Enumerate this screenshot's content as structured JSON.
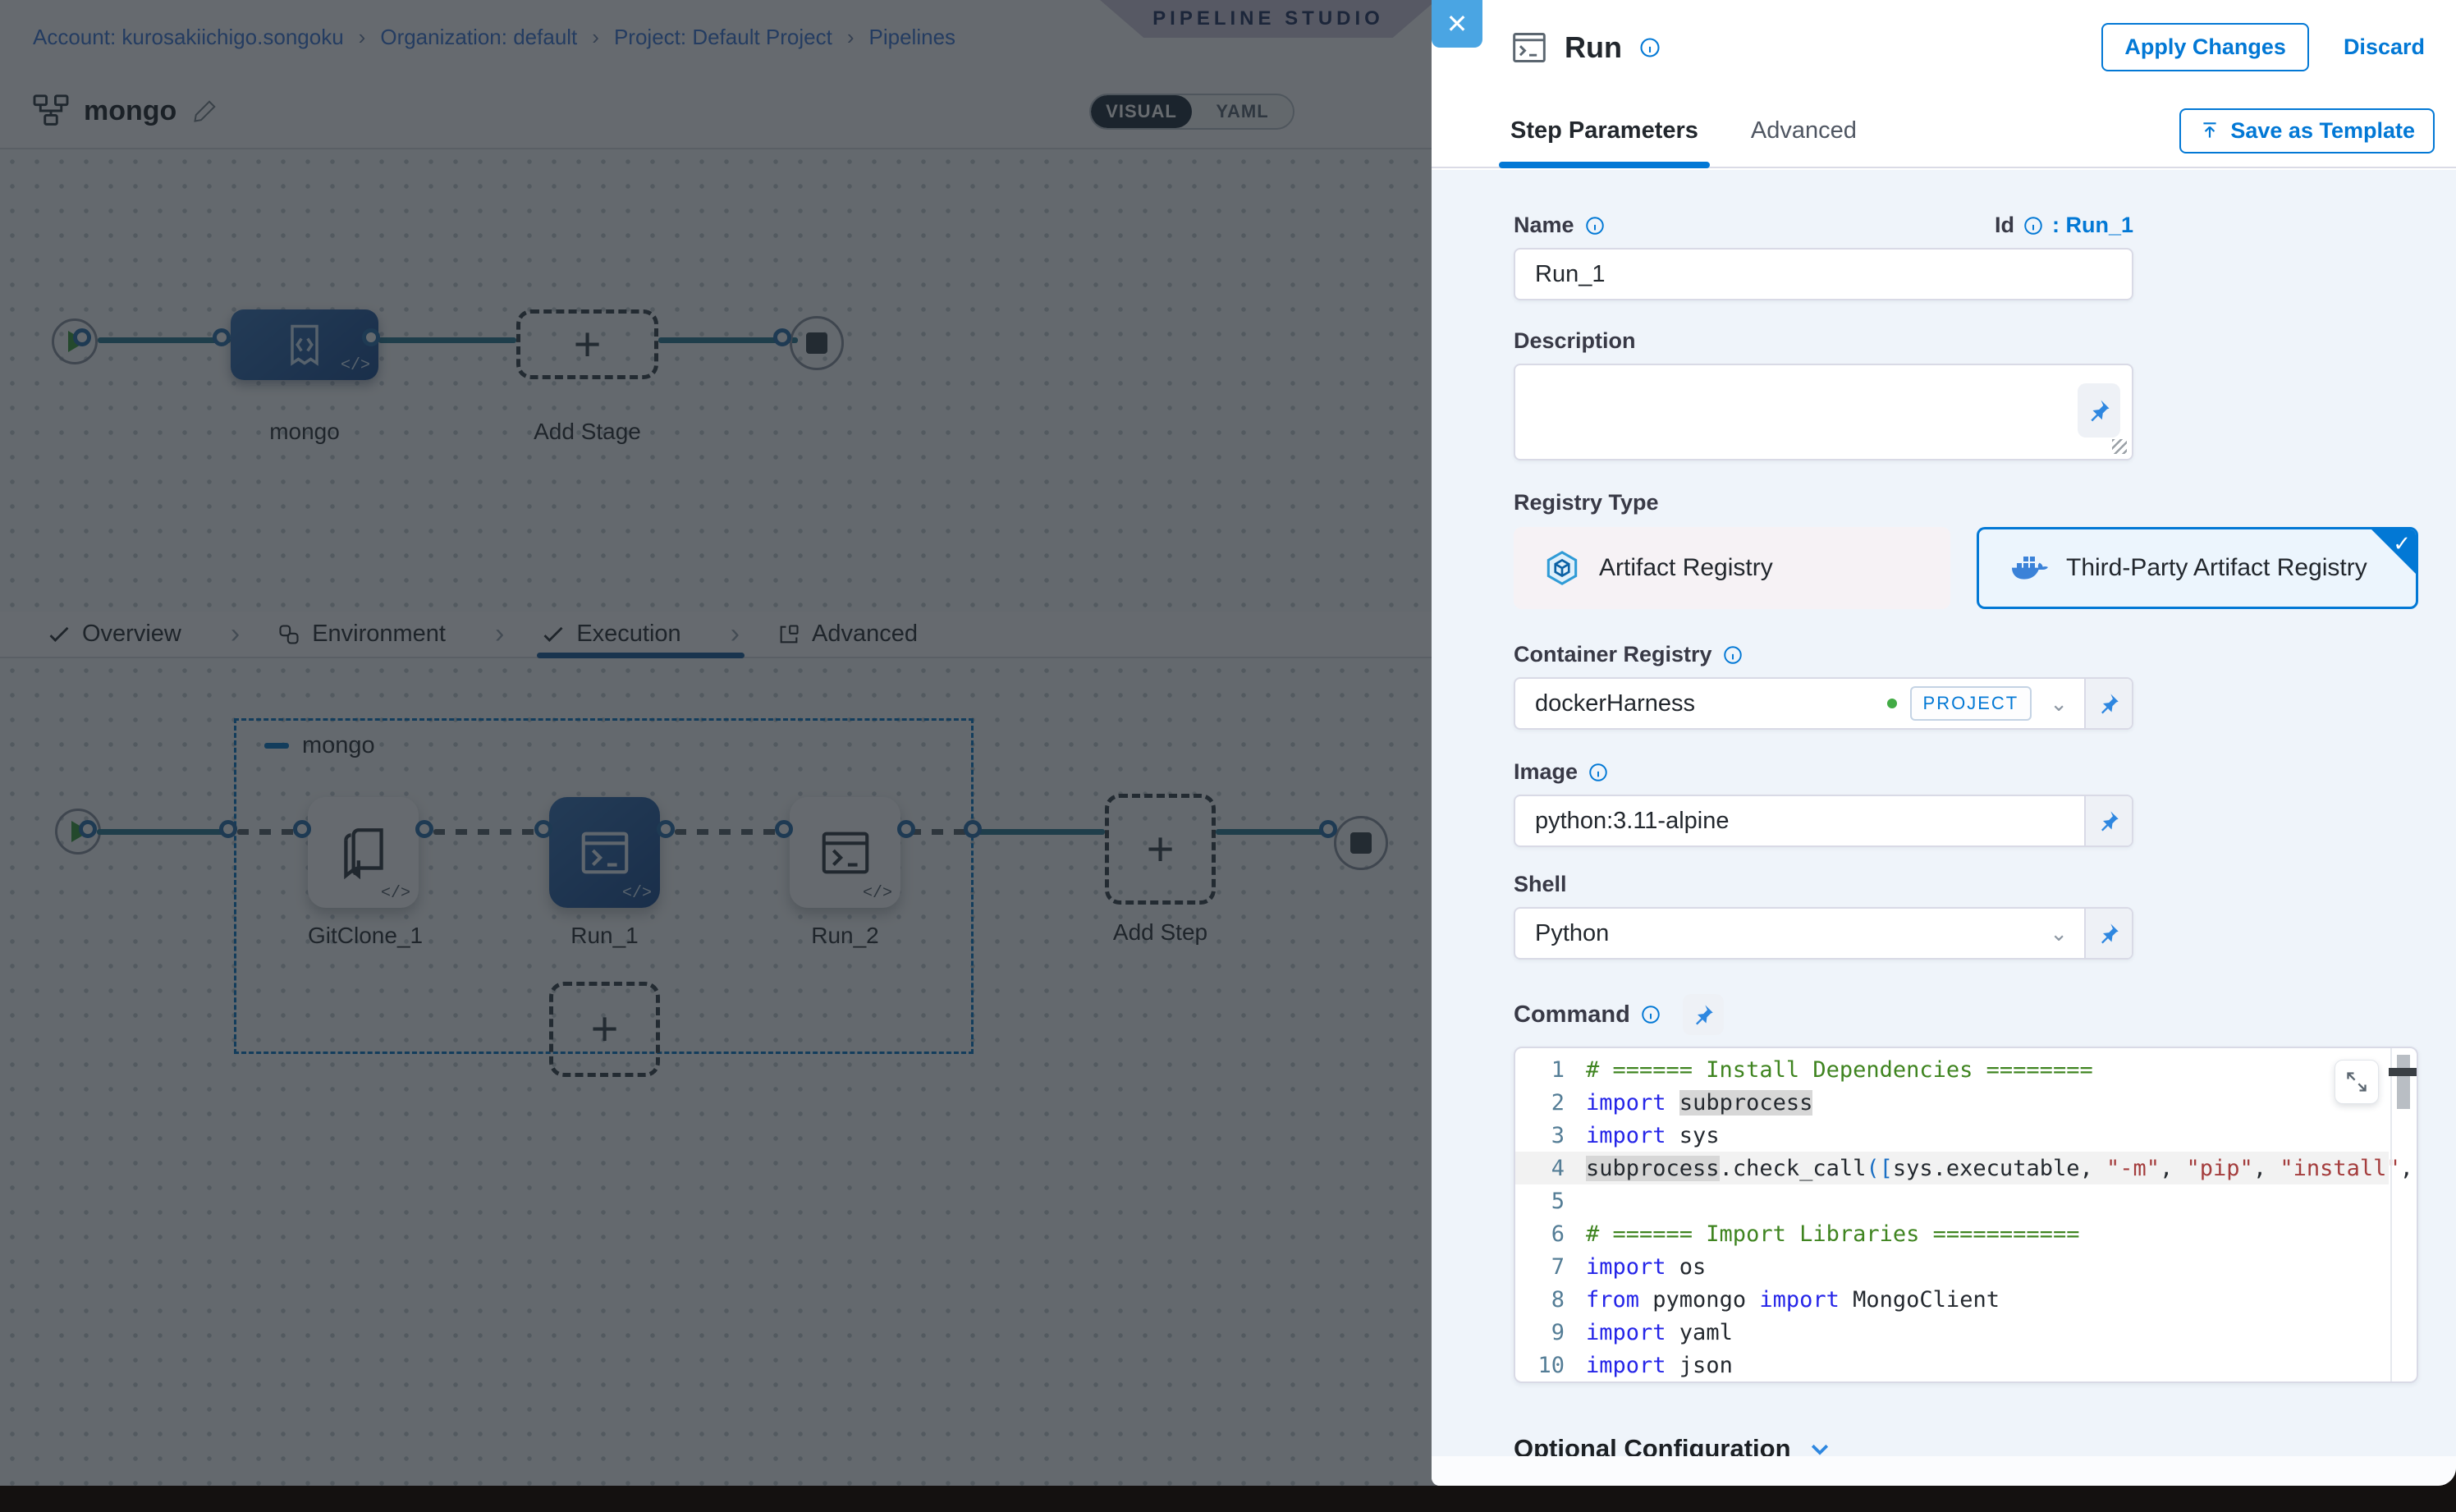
{
  "breadcrumb": {
    "separator": "›",
    "items": [
      "Account: kurosakiichigo.songoku",
      "Organization: default",
      "Project: Default Project",
      "Pipelines"
    ]
  },
  "studio_badge": "PIPELINE STUDIO",
  "toolbar": {
    "pipeline_name": "mongo",
    "visual_label": "VISUAL",
    "yaml_label": "YAML"
  },
  "stage_graph": {
    "stage_label": "mongo",
    "add_stage_label": "Add Stage"
  },
  "pipeline_tabs": {
    "items": [
      {
        "label": "Overview"
      },
      {
        "label": "Environment"
      },
      {
        "label": "Execution",
        "active": true
      },
      {
        "label": "Advanced"
      }
    ],
    "separator": "›"
  },
  "execution_graph": {
    "group_label": "mongo",
    "steps": [
      {
        "label": "GitClone_1"
      },
      {
        "label": "Run_1",
        "selected": true
      },
      {
        "label": "Run_2"
      }
    ],
    "add_step_label": "Add Step"
  },
  "panel": {
    "title": "Run",
    "apply_label": "Apply Changes",
    "discard_label": "Discard",
    "tabs": [
      {
        "label": "Step Parameters",
        "active": true
      },
      {
        "label": "Advanced"
      }
    ],
    "save_as_template_label": "Save as Template",
    "close_label": "✕",
    "fields": {
      "name_label": "Name",
      "name_value": "Run_1",
      "id_label": "Id",
      "id_value": ": Run_1",
      "description_label": "Description",
      "registry_type_label": "Registry Type",
      "registry_option_1": "Artifact Registry",
      "registry_option_2": "Third-Party Artifact Registry",
      "registry_selected": "Third-Party Artifact Registry",
      "container_registry_label": "Container Registry",
      "container_registry_value": "dockerHarness",
      "container_registry_scope": "PROJECT",
      "image_label": "Image",
      "image_value": "python:3.11-alpine",
      "shell_label": "Shell",
      "shell_value": "Python",
      "command_label": "Command"
    },
    "code": {
      "language": "python",
      "lines": [
        {
          "n": "1",
          "tokens": [
            {
              "t": "# ====== Install Dependencies ========",
              "y": "c"
            }
          ]
        },
        {
          "n": "2",
          "tokens": [
            {
              "t": "import",
              "y": "k"
            },
            {
              "t": " ",
              "y": "p"
            },
            {
              "t": "subprocess",
              "y": "h"
            }
          ]
        },
        {
          "n": "3",
          "tokens": [
            {
              "t": "import",
              "y": "k"
            },
            {
              "t": " sys",
              "y": "p"
            }
          ]
        },
        {
          "n": "4",
          "active": true,
          "tokens": [
            {
              "t": "subprocess",
              "y": "h"
            },
            {
              "t": ".check_call",
              "y": "p"
            },
            {
              "t": "([",
              "y": "b"
            },
            {
              "t": "sys.executable, ",
              "y": "p"
            },
            {
              "t": "\"-m\"",
              "y": "s"
            },
            {
              "t": ", ",
              "y": "p"
            },
            {
              "t": "\"pip\"",
              "y": "s"
            },
            {
              "t": ", ",
              "y": "p"
            },
            {
              "t": "\"install\"",
              "y": "s"
            },
            {
              "t": ",",
              "y": "p"
            }
          ]
        },
        {
          "n": "5",
          "tokens": []
        },
        {
          "n": "6",
          "tokens": [
            {
              "t": "# ====== Import Libraries ===========",
              "y": "c"
            }
          ]
        },
        {
          "n": "7",
          "tokens": [
            {
              "t": "import",
              "y": "k"
            },
            {
              "t": " os",
              "y": "p"
            }
          ]
        },
        {
          "n": "8",
          "tokens": [
            {
              "t": "from",
              "y": "k"
            },
            {
              "t": " pymongo ",
              "y": "p"
            },
            {
              "t": "import",
              "y": "k"
            },
            {
              "t": " MongoClient",
              "y": "p"
            }
          ]
        },
        {
          "n": "9",
          "tokens": [
            {
              "t": "import",
              "y": "k"
            },
            {
              "t": " yaml",
              "y": "p"
            }
          ]
        },
        {
          "n": "10",
          "tokens": [
            {
              "t": "import",
              "y": "k"
            },
            {
              "t": " json",
              "y": "p"
            }
          ]
        }
      ]
    },
    "optional_configuration_label": "Optional Configuration"
  },
  "colors": {
    "primary_blue": "#0278d5",
    "close_button_blue": "#4aa5e3",
    "selected_card_bg": "#ecf5fd",
    "panel_content_bg": "#eff4fa",
    "code_keyword": "#2525e8",
    "code_comment": "#3f8420",
    "code_string": "#a43d3d",
    "scope_dot_green": "#42ab45",
    "node_blue_gradient": "#1d4f93"
  }
}
